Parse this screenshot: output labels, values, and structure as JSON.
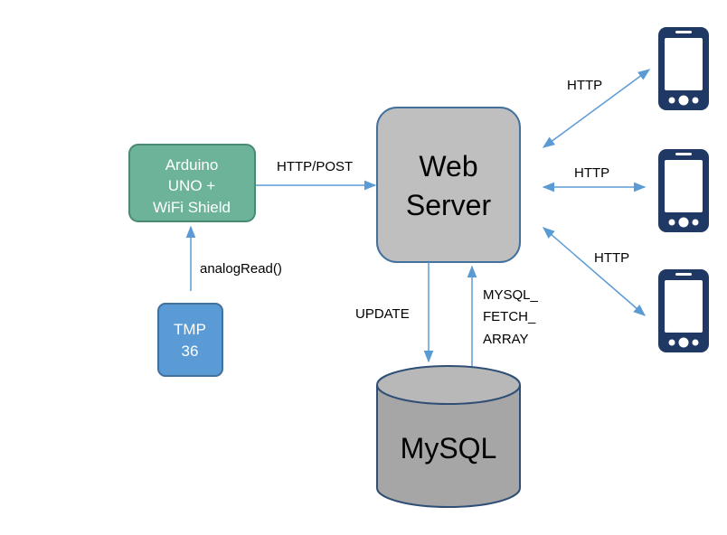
{
  "nodes": {
    "arduino": {
      "line1": "Arduino",
      "line2": "UNO +",
      "line3": "WiFi Shield"
    },
    "tmp": {
      "line1": "TMP",
      "line2": "36"
    },
    "web_server": {
      "line1": "Web",
      "line2": "Server"
    },
    "mysql": {
      "label": "MySQL"
    },
    "phones": {
      "icon": "smartphone-icon",
      "count": 3
    }
  },
  "edges": {
    "analog_read": "analogRead()",
    "http_post": "HTTP/POST",
    "update": "UPDATE",
    "fetch_line1": "MYSQL_",
    "fetch_line2": "FETCH_",
    "fetch_line3": "ARRAY",
    "http_top": "HTTP",
    "http_mid": "HTTP",
    "http_bottom": "HTTP"
  },
  "colors": {
    "arduino_fill": "#6db39a",
    "arduino_stroke": "#4a8a73",
    "tmp_fill": "#5b9bd5",
    "tmp_stroke": "#41719c",
    "server_fill": "#bfbfbf",
    "server_stroke": "#41719c",
    "mysql_fill": "#a6a6a6",
    "mysql_stroke": "#2f4f75",
    "arrow": "#5b9bd5",
    "phone": "#1f3864"
  }
}
